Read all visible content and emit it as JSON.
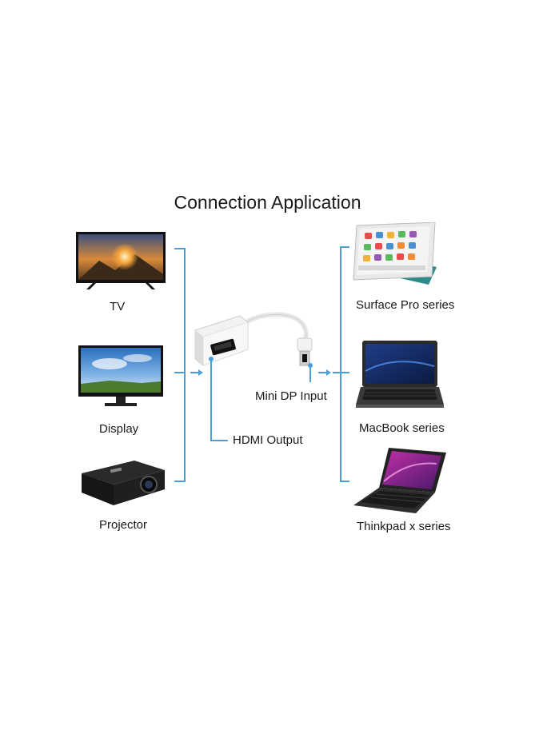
{
  "title": "Connection Application",
  "left_devices": [
    {
      "label": "TV",
      "icon": "tv-icon"
    },
    {
      "label": "Display",
      "icon": "monitor-icon"
    },
    {
      "label": "Projector",
      "icon": "projector-icon"
    }
  ],
  "right_devices": [
    {
      "label": "Surface Pro series",
      "icon": "tablet-icon"
    },
    {
      "label": "MacBook series",
      "icon": "laptop-icon"
    },
    {
      "label": "Thinkpad x series",
      "icon": "laptop-icon"
    }
  ],
  "adapter": {
    "input_label": "Mini DP Input",
    "output_label": "HDMI Output"
  },
  "colors": {
    "connector_line": "#4a9fd8",
    "text": "#1a1a1a"
  }
}
